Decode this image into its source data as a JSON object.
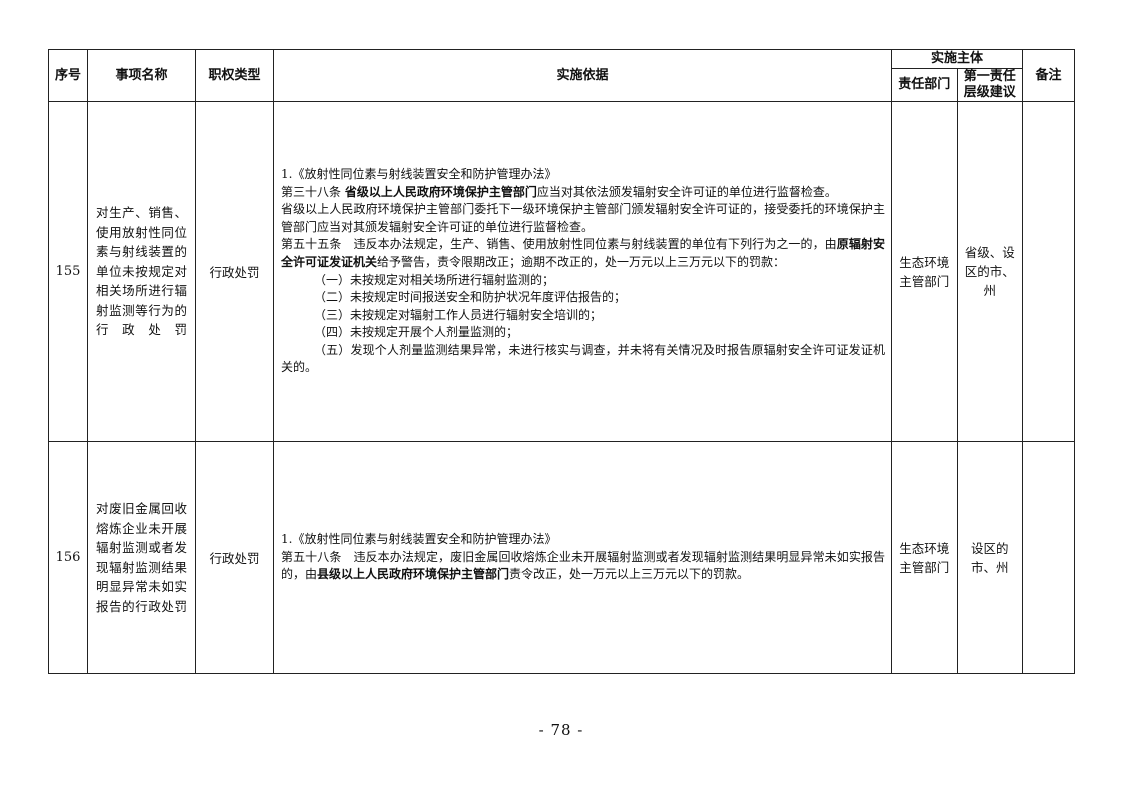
{
  "header": {
    "seq": "序号",
    "name": "事项名称",
    "type": "职权类型",
    "basis": "实施依据",
    "subject": "实施主体",
    "dept": "责任部门",
    "level": "第一责任层级建议",
    "note": "备注"
  },
  "rows": [
    {
      "seq": "155",
      "name": "对生产、销售、使用放射性同位素与射线装置的单位未按规定对相关场所进行辐射监测等行为的行政处罚",
      "type": "行政处罚",
      "basis": {
        "p1": "1.《放射性同位素与射线装置安全和防护管理办法》",
        "p2_pre": "第三十八条 ",
        "p2_bold": "省级以上人民政府环境保护主管部门",
        "p2_post": "应当对其依法颁发辐射安全许可证的单位进行监督检查。",
        "p3": "省级以上人民政府环境保护主管部门委托下一级环境保护主管部门颁发辐射安全许可证的，接受委托的环境保护主管部门应当对其颁发辐射安全许可证的单位进行监督检查。",
        "p4_pre": "第五十五条　违反本办法规定，生产、销售、使用放射性同位素与射线装置的单位有下列行为之一的，由",
        "p4_bold": "原辐射安全许可证发证机关",
        "p4_post": "给予警告，责令限期改正；逾期不改正的，处一万元以上三万元以下的罚款：",
        "items": [
          "（一）未按规定对相关场所进行辐射监测的；",
          "（二）未按规定时间报送安全和防护状况年度评估报告的；",
          "（三）未按规定对辐射工作人员进行辐射安全培训的；",
          "（四）未按规定开展个人剂量监测的；",
          "（五）发现个人剂量监测结果异常，未进行核实与调查，并未将有关情况及时报告原辐射安全许可证发证机关的。"
        ]
      },
      "dept": "生态环境主管部门",
      "level": "省级、设区的市、州",
      "note": ""
    },
    {
      "seq": "156",
      "name": "对废旧金属回收熔炼企业未开展辐射监测或者发现辐射监测结果明显异常未如实报告的行政处罚",
      "type": "行政处罚",
      "basis": {
        "p1": "1.《放射性同位素与射线装置安全和防护管理办法》",
        "p2_pre": "第五十八条　违反本办法规定，废旧金属回收熔炼企业未开展辐射监测或者发现辐射监测结果明显异常未如实报告的，由",
        "p2_bold": "县级以上人民政府环境保护主管部门",
        "p2_post": "责令改正，处一万元以上三万元以下的罚款。"
      },
      "dept": "生态环境主管部门",
      "level": "设区的市、州",
      "note": ""
    }
  ],
  "page_number": "- 78 -"
}
